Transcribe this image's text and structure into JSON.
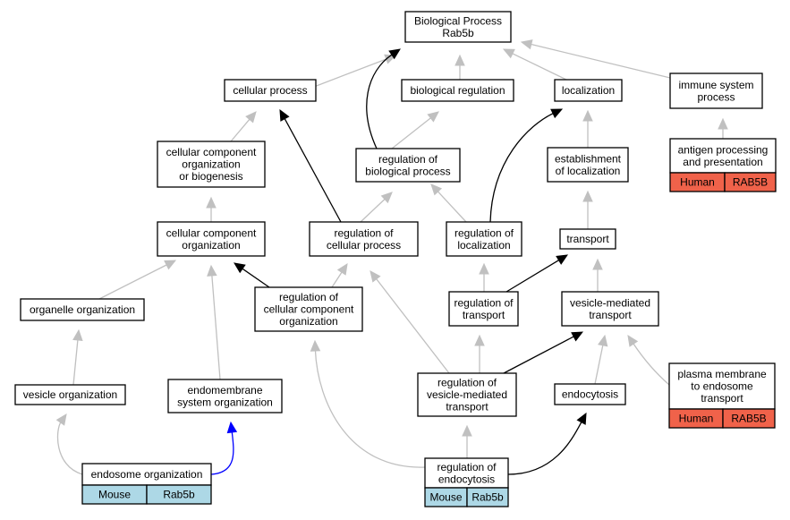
{
  "colors": {
    "gray_edge": "#c0c0c0",
    "black_edge": "#000000",
    "blue_edge": "#0000ff",
    "human": "#f0624a",
    "mouse": "#add8e6"
  },
  "nodes": {
    "root": [
      "Biological Process",
      "Rab5b"
    ],
    "cellular_process": [
      "cellular process"
    ],
    "biological_regulation": [
      "biological regulation"
    ],
    "localization": [
      "localization"
    ],
    "immune_system_process": [
      "immune system",
      "process"
    ],
    "ccob": [
      "cellular component",
      "organization",
      "or biogenesis"
    ],
    "reg_bio_process": [
      "regulation of",
      "biological process"
    ],
    "est_localization": [
      "establishment",
      "of localization"
    ],
    "antigen": [
      "antigen processing",
      "and presentation"
    ],
    "cco": [
      "cellular component",
      "organization"
    ],
    "reg_cell_process": [
      "regulation of",
      "cellular process"
    ],
    "reg_localization": [
      "regulation of",
      "localization"
    ],
    "transport": [
      "transport"
    ],
    "organelle_org": [
      "organelle organization"
    ],
    "reg_cco": [
      "regulation of",
      "cellular component",
      "organization"
    ],
    "reg_transport": [
      "regulation of",
      "transport"
    ],
    "vesicle_mediated": [
      "vesicle-mediated",
      "transport"
    ],
    "vesicle_org": [
      "vesicle organization"
    ],
    "endomembrane": [
      "endomembrane",
      "system organization"
    ],
    "reg_vmt": [
      "regulation of",
      "vesicle-mediated",
      "transport"
    ],
    "endocytosis": [
      "endocytosis"
    ],
    "plasma_membrane": [
      "plasma membrane",
      "to endosome",
      "transport"
    ],
    "endosome_org": [
      "endosome organization"
    ],
    "reg_endocytosis": [
      "regulation of",
      "endocytosis"
    ]
  },
  "annotations": {
    "antigen": [
      "Human",
      "RAB5B"
    ],
    "plasma_membrane": [
      "Human",
      "RAB5B"
    ],
    "endosome_org": [
      "Mouse",
      "Rab5b"
    ],
    "reg_endocytosis": [
      "Mouse",
      "Rab5b"
    ]
  }
}
